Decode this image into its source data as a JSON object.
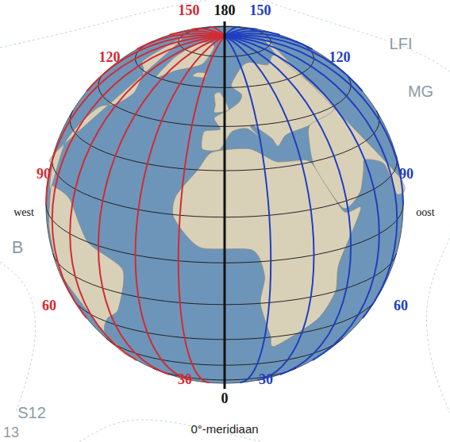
{
  "diagram": {
    "caption": "0°-meridiaan",
    "labels": [
      "150",
      "180",
      "150",
      "120",
      "120",
      "LFI",
      "MG",
      "90",
      "90",
      "west",
      "oost",
      "B",
      "60",
      "60",
      "30",
      "30",
      "0",
      "S12",
      "13"
    ]
  }
}
